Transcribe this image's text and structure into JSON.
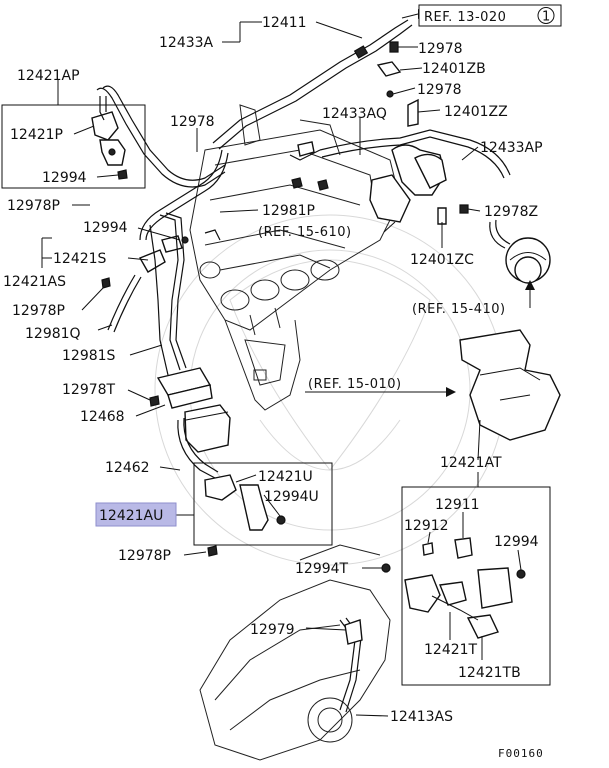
{
  "labels": {
    "p12411": "12411",
    "p12433A": "12433A",
    "p12978_top": "12978",
    "p12401ZB": "12401ZB",
    "p12421AP": "12421AP",
    "p12978_b": "12978",
    "p12401ZZ": "12401ZZ",
    "p12421P": "12421P",
    "p12978_left": "12978",
    "p12433AQ": "12433AQ",
    "p12433AP": "12433AP",
    "p12994_a": "12994",
    "p12978P_a": "12978P",
    "p12981P": "12981P",
    "p12978Z": "12978Z",
    "p12994_b": "12994",
    "p12421S": "12421S",
    "p12421AS": "12421AS",
    "p12401ZC": "12401ZC",
    "p12978P_b": "12978P",
    "p12981Q": "12981Q",
    "p12981S": "12981S",
    "p12978T": "12978T",
    "p12468": "12468",
    "p12462": "12462",
    "p12421U": "12421U",
    "p12994U": "12994U",
    "p12421AT": "12421AT",
    "p12421AU": "12421AU",
    "p12911": "12911",
    "p12912": "12912",
    "p12994_c": "12994",
    "p12978P_c": "12978P",
    "p12994T": "12994T",
    "p12979": "12979",
    "p12421T": "12421T",
    "p12421TB": "12421TB",
    "p12413AS": "12413AS"
  },
  "refs": {
    "ref13020": "REF. 13-020",
    "ref13020_circled": "1",
    "ref15610": "(REF. 15-610)",
    "ref15410": "(REF. 15-410)",
    "ref15010": "(REF. 15-010)"
  },
  "figure_code": "F00160",
  "highlight": {
    "part": "12421AU",
    "color": "#b9b9e6"
  }
}
